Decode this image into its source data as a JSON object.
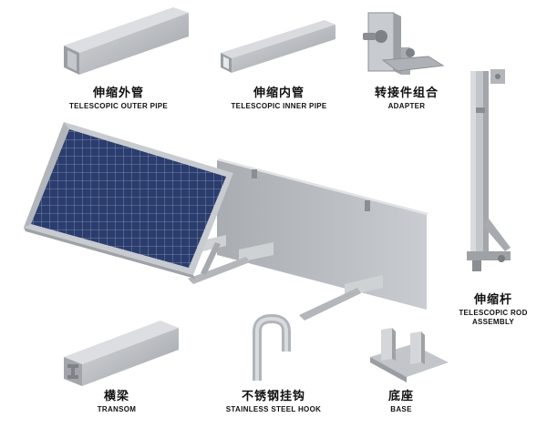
{
  "parts": {
    "outer_pipe": {
      "cn": "伸缩外管",
      "en": "TELESCOPIC OUTER PIPE"
    },
    "inner_pipe": {
      "cn": "伸缩内管",
      "en": "TELESCOPIC INNER PIPE"
    },
    "adapter": {
      "cn": "转接件组合",
      "en": "ADAPTER"
    },
    "rod": {
      "cn": "伸缩杆",
      "en1": "TELESCOPIC ROD",
      "en2": "ASSEMBLY"
    },
    "transom": {
      "cn": "横梁",
      "en": "TRANSOM"
    },
    "hook": {
      "cn": "不锈钢挂钩",
      "en": "STAINLESS STEEL HOOK"
    },
    "base": {
      "cn": "底座",
      "en": "BASE"
    }
  },
  "colors": {
    "aluminum": "#b9bcc1",
    "panel_cell": "#2b3d6e",
    "panel_frame": "#c8cbd0",
    "wall_plate": "#bfc2c6"
  }
}
